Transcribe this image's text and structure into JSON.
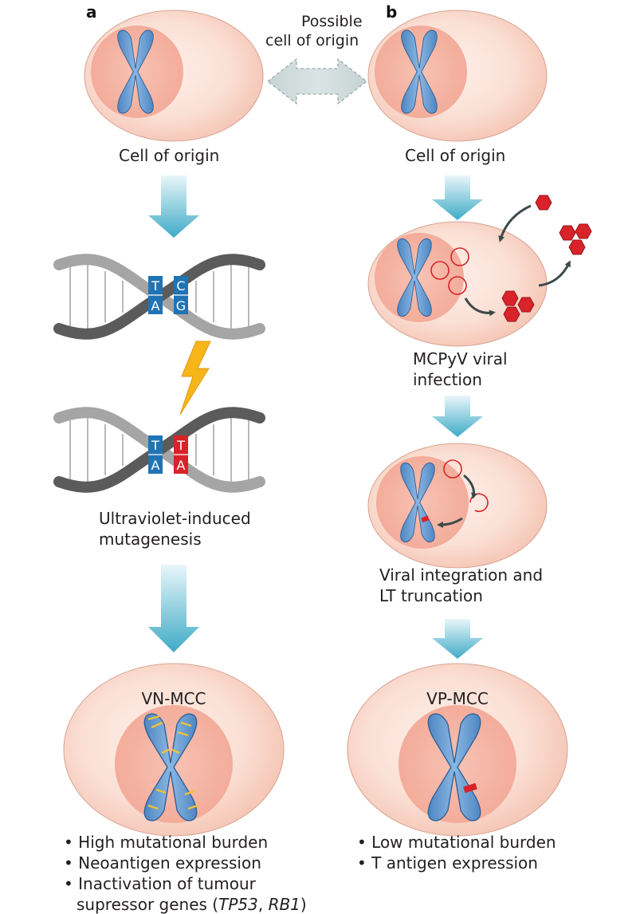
{
  "panels": {
    "a": "a",
    "b": "b"
  },
  "arrow_label": {
    "line1": "Possible",
    "line2": "cell of origin"
  },
  "left": {
    "cell_label": "Cell of origin",
    "dna_bases_top": [
      "T",
      "C"
    ],
    "dna_bases_bottom": [
      "A",
      "G"
    ],
    "dna_mutated_top": [
      "T",
      "T"
    ],
    "dna_mutated_bottom": [
      "A",
      "A"
    ],
    "uv_label": {
      "line1": "Ultraviolet-induced",
      "line2": "mutagenesis"
    },
    "tumour_label": "VN-MCC",
    "bullets": [
      "• High mutational burden",
      "• Neoantigen expression",
      "• Inactivation of tumour"
    ],
    "bullet_cont_prefix": "supressor genes (",
    "bullet_cont_gene1": "TP53",
    "bullet_cont_sep": ", ",
    "bullet_cont_gene2": "RB1",
    "bullet_cont_suffix": ")"
  },
  "right": {
    "cell_label": "Cell of origin",
    "infection_label": {
      "line1": "MCPyV viral",
      "line2": "infection"
    },
    "integration_label": {
      "line1": "Viral integration and",
      "line2": "LT truncation"
    },
    "tumour_label": "VP-MCC",
    "bullets": [
      "• Low mutational burden",
      "• T antigen expression"
    ]
  },
  "colors": {
    "cell_outer": "#f9d6c9",
    "nucleus": "#f6b5a4",
    "chromosome": "#6e9fd3",
    "flow_arrow": "#4fb3cc",
    "dna_dark": "#5b5b5b",
    "dna_light": "#a5a5a5",
    "base_blue": "#1f74b5",
    "base_red": "#d8232a",
    "virus": "#d8232a",
    "lightning": "#f6b61a",
    "mutation_band": "#f2c230"
  }
}
